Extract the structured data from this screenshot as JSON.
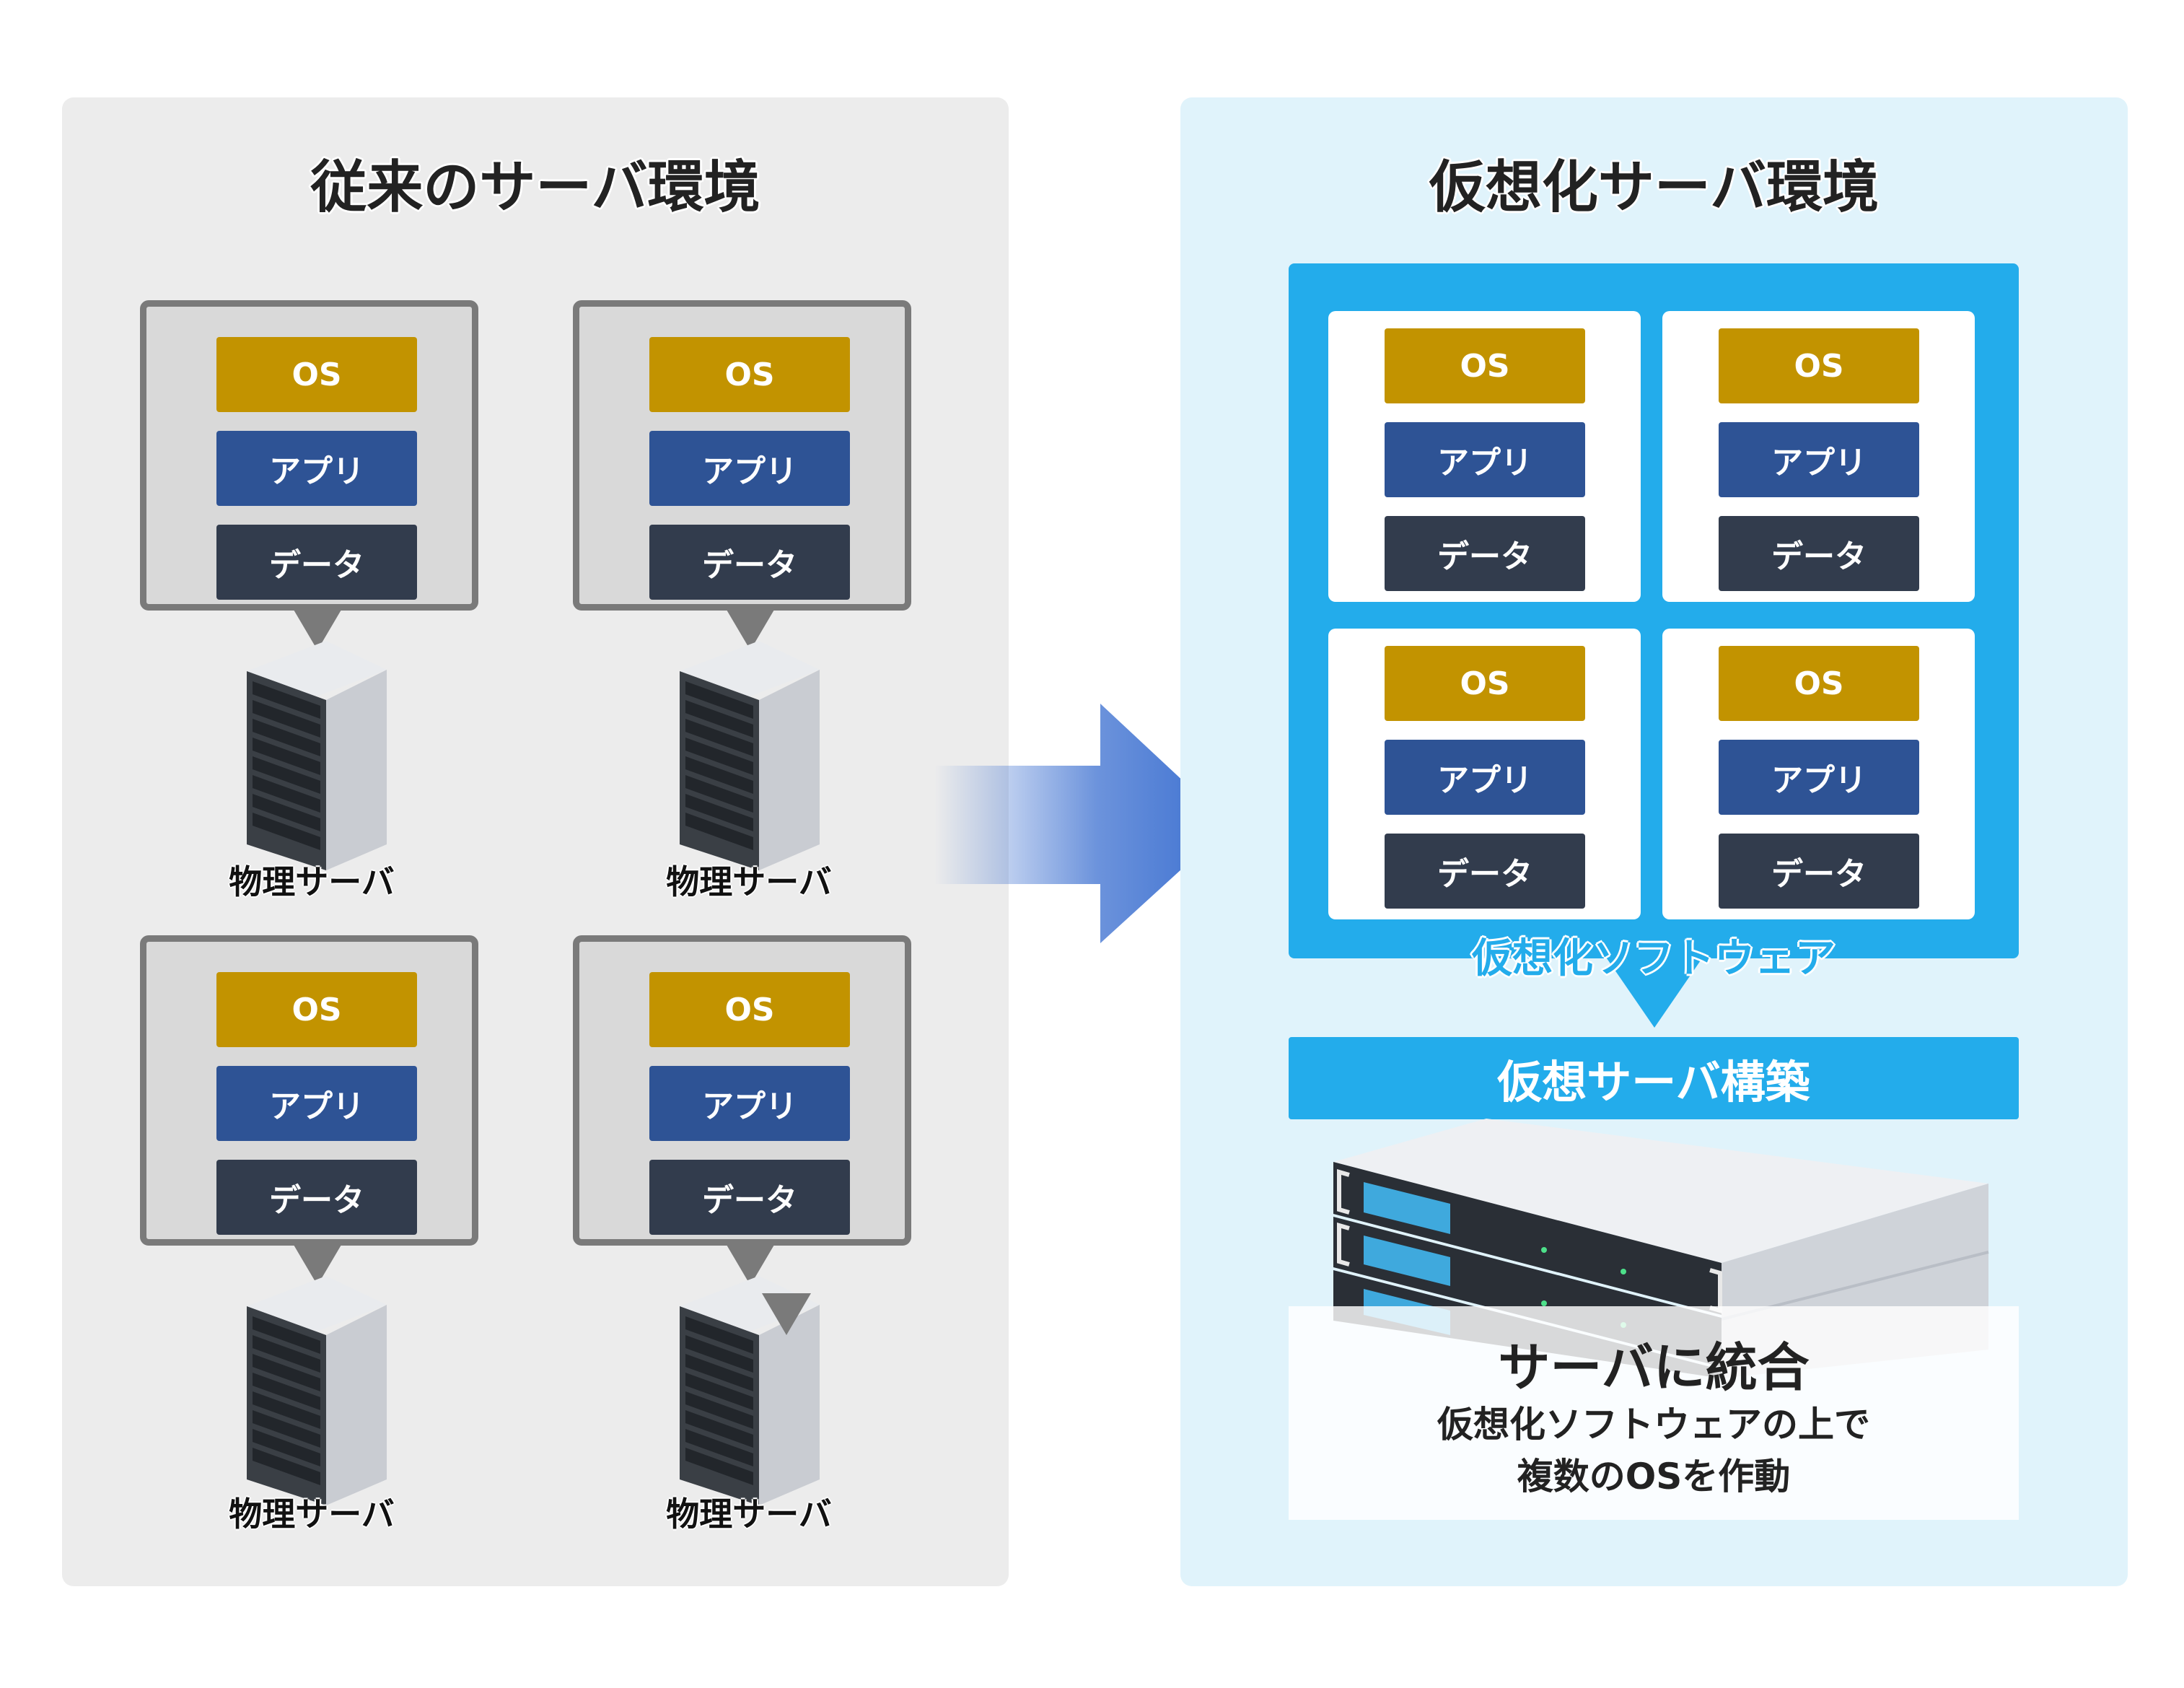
{
  "left": {
    "title": "従来のサーバ環境"
  },
  "right": {
    "title": "仮想化サーバ環境"
  },
  "stack": {
    "os": "OS",
    "app": "アプリ",
    "data": "データ"
  },
  "physical_server_label": "物理サーバ",
  "virtualization": {
    "software_label": "仮想化ソフトウェア",
    "build_label": "仮想サーバ構築",
    "consolidate_title": "サーバに統合",
    "consolidate_line1": "仮想化ソフトウェアの上で",
    "consolidate_line2": "複数のOSを作動"
  },
  "colors": {
    "os": "#c29300",
    "app": "#2e5395",
    "data": "#323c4d",
    "accent": "#23aceb",
    "arrow": "#3b6fd0"
  }
}
